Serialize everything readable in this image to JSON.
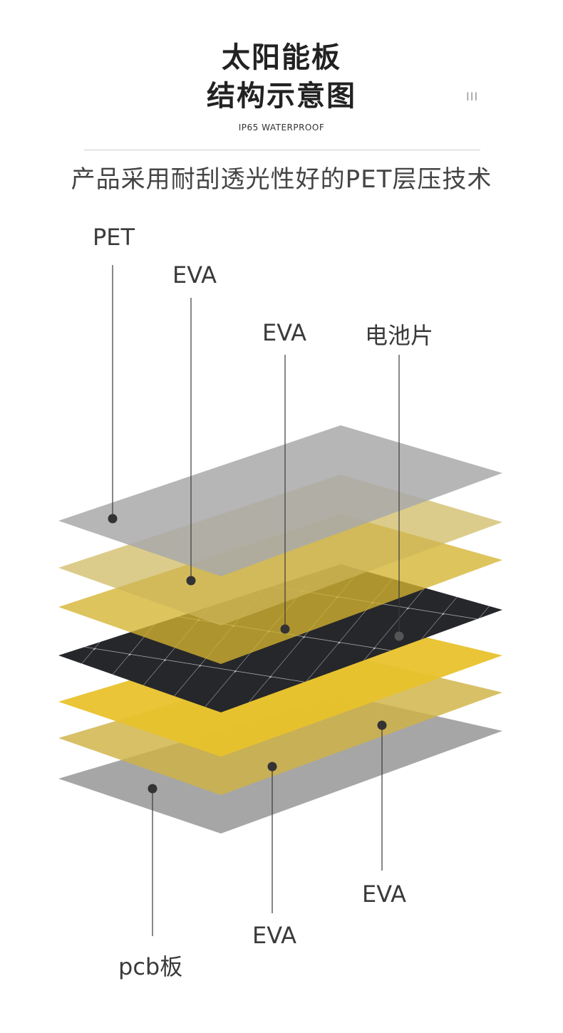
{
  "header": {
    "title_line1": "太阳能板",
    "title_line2": "结构示意图",
    "deco_mark": "III",
    "subtitle": "IP65 WATERPROOF",
    "headline": "产品采用耐刮透光性好的PET层压技术"
  },
  "layers": {
    "pet": "PET",
    "eva_1": "EVA",
    "eva_2": "EVA",
    "cell": "电池片",
    "eva_3": "EVA",
    "eva_4": "EVA",
    "pcb": "pcb板"
  },
  "colors": {
    "pet": "#a9a9a9",
    "eva_light": "#cdb75a",
    "eva_gold": "#d5b330",
    "cell": "#26272b",
    "eva_bright": "#e8c22c",
    "pcb": "#9e9e9e",
    "leader": "#3a3a3a"
  }
}
